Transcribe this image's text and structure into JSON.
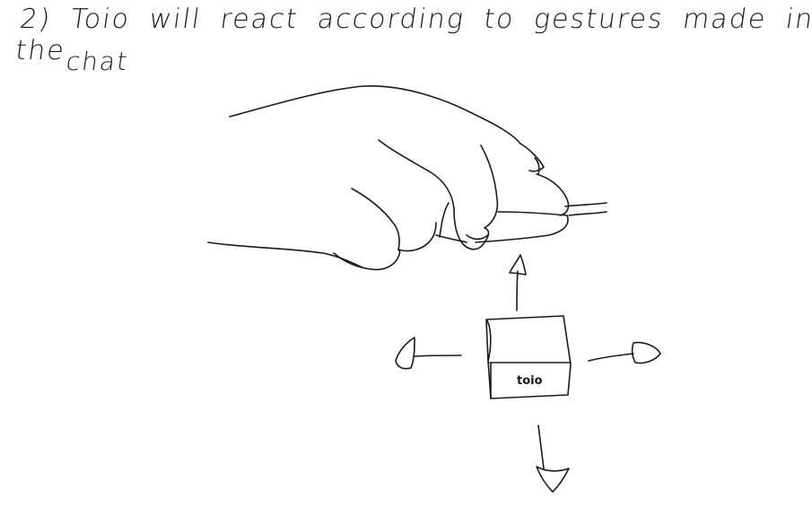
{
  "caption": {
    "line1": "2) Toio will react according to gestures made in the",
    "line2": "chat"
  },
  "device": {
    "brand_label": "toio"
  }
}
